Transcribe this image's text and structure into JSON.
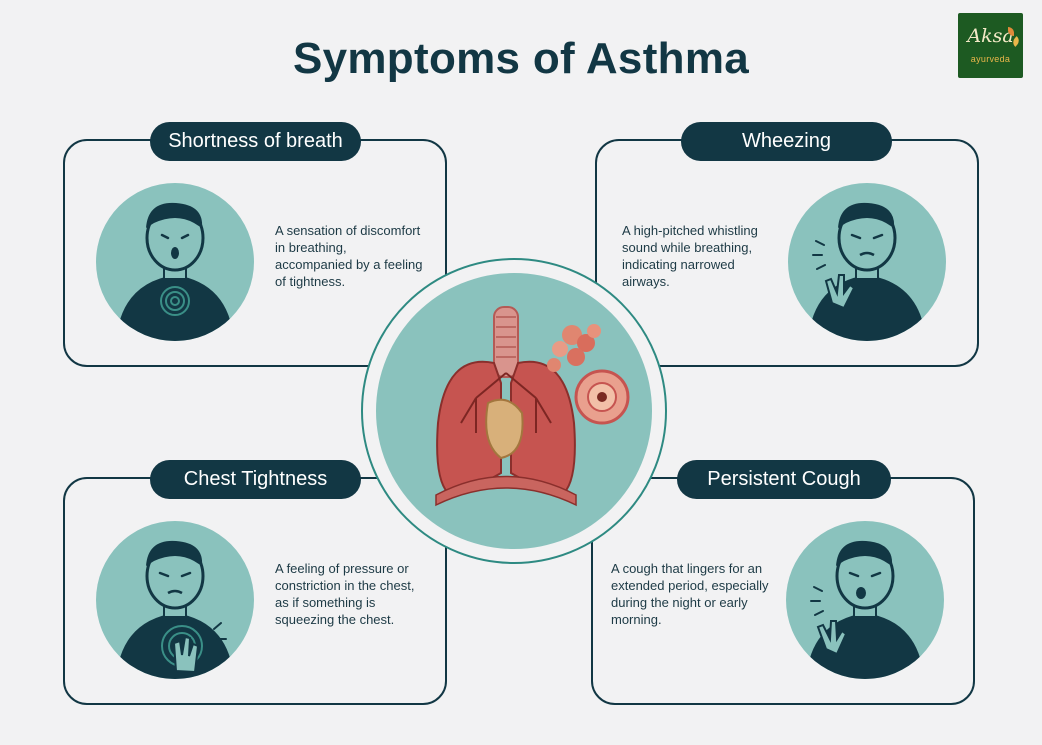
{
  "title": "Symptoms of Asthma",
  "logo": {
    "word": "Aksa",
    "sub": "ayurveda",
    "bg": "#1d5a22"
  },
  "symptoms": [
    {
      "label": "Shortness of breath",
      "description": "A sensation of discomfort in breathing, accompanied by a feeling of tightness.",
      "icon": "person-breathless-icon"
    },
    {
      "label": "Wheezing",
      "description": "A high-pitched whistling sound while breathing, indicating narrowed airways.",
      "icon": "person-wheezing-icon"
    },
    {
      "label": "Chest Tightness",
      "description": "A feeling of pressure or constriction in the chest, as if something is squeezing the chest.",
      "icon": "person-chest-pain-icon"
    },
    {
      "label": "Persistent Cough",
      "description": "A cough that lingers for an extended period, especially during the night or early morning.",
      "icon": "person-coughing-icon"
    }
  ],
  "center_image": "lungs-illustration",
  "colors": {
    "navy": "#123744",
    "teal": "#8ac2bd",
    "background": "#f2f2f3",
    "lung": "#c65450"
  }
}
